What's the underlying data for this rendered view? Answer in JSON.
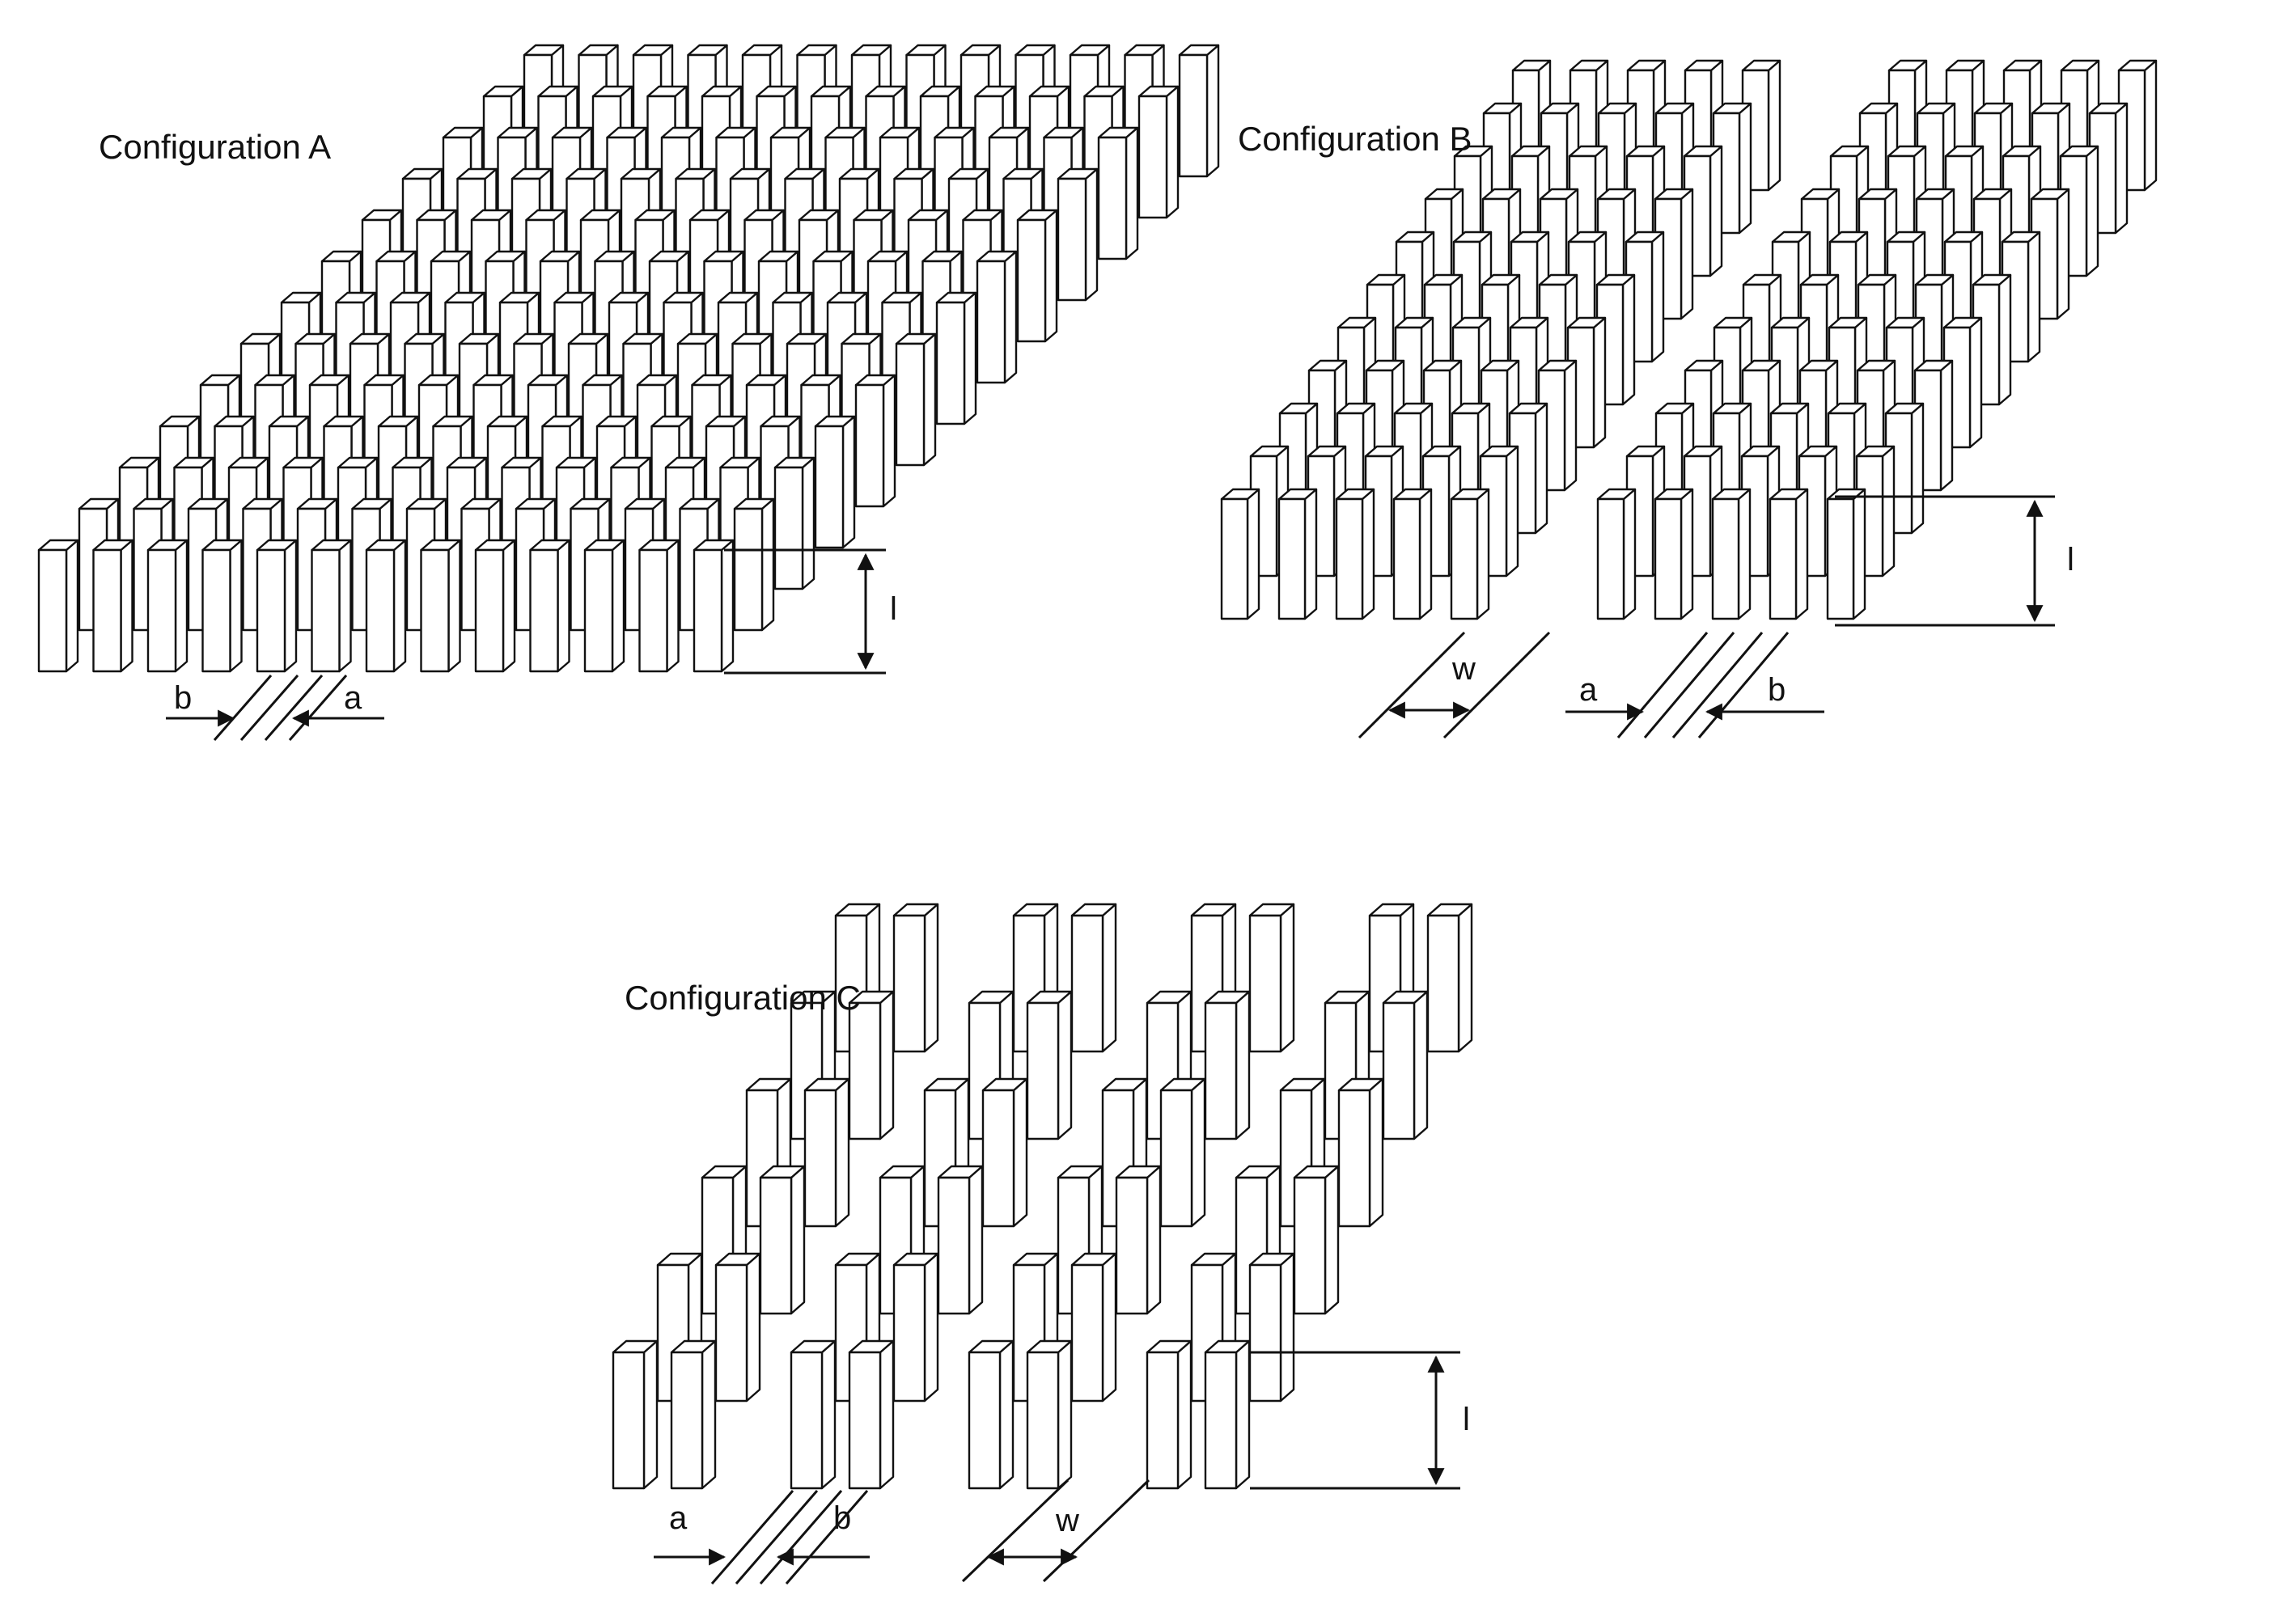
{
  "figure": {
    "colors": {
      "ink": "#111111",
      "pillar_face": "#ffffff",
      "background": "#ffffff"
    },
    "configurations": [
      {
        "id": "A",
        "title": "Configuration A",
        "dimensions": {
          "height_label": "l",
          "spacing_label_1": "b",
          "spacing_label_2": "a"
        }
      },
      {
        "id": "B",
        "title": "Configuration B",
        "dimensions": {
          "height_label": "l",
          "gap_label": "w",
          "spacing_label_1": "a",
          "spacing_label_2": "b"
        }
      },
      {
        "id": "C",
        "title": "Configuration C",
        "dimensions": {
          "height_label": "l",
          "gap_label": "w",
          "spacing_label_1": "a",
          "spacing_label_2": "b"
        }
      }
    ]
  }
}
